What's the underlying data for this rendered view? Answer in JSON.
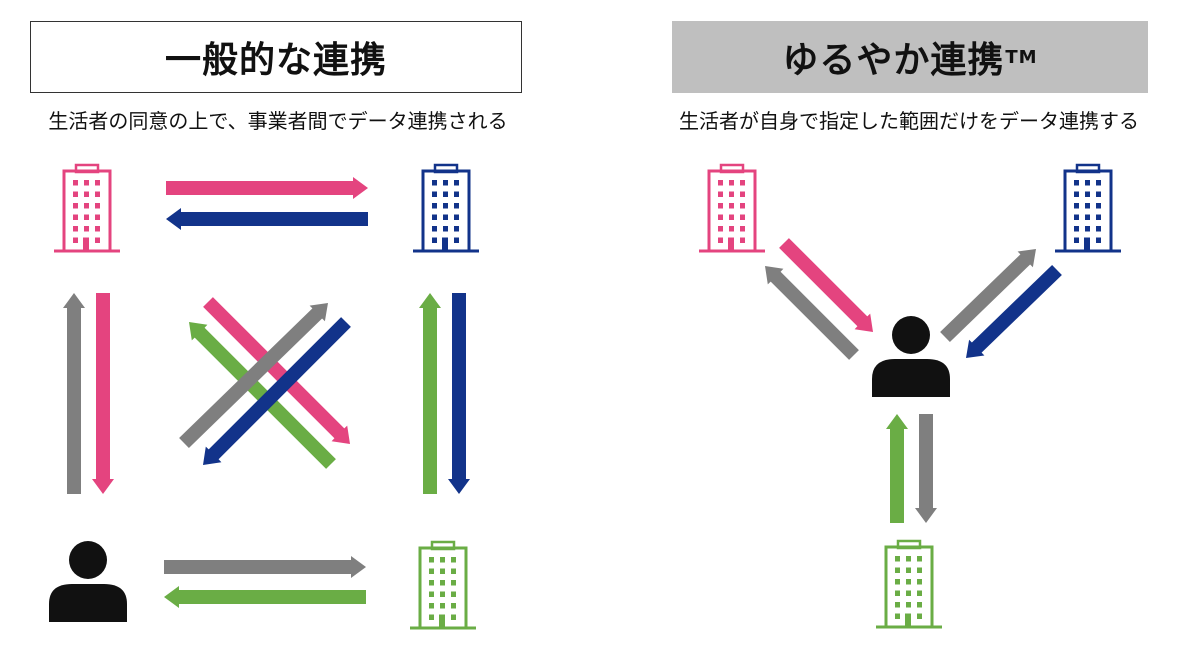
{
  "left_panel": {
    "title": "一般的な連携",
    "subtitle": "生活者の同意の上で、事業者間でデータ連携される"
  },
  "right_panel": {
    "title": "ゆるやか連携",
    "trademark": "TM",
    "subtitle": "生活者が自身で指定した範囲だけをデータ連携する"
  },
  "colors": {
    "pink": "#e4447f",
    "navy": "#12338a",
    "green": "#6aad45",
    "gray": "#7f7f7f",
    "black": "#111111"
  },
  "icons": {
    "company_a": "building-icon",
    "company_b": "building-icon",
    "company_c": "building-icon",
    "consumer": "person-icon"
  }
}
